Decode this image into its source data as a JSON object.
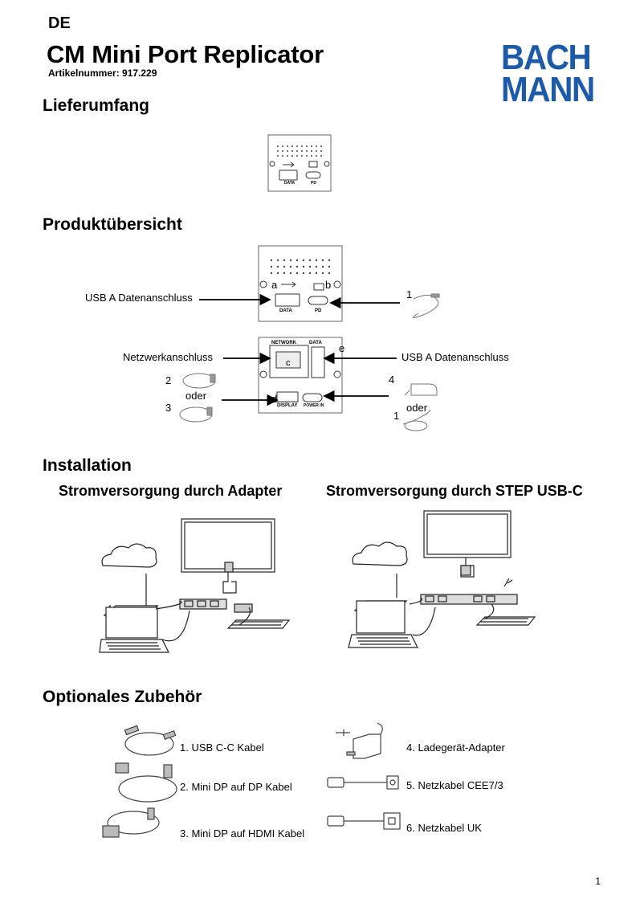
{
  "header": {
    "language": "DE",
    "title": "CM Mini Port Replicator",
    "article_number": "Artikelnummer: 917.229",
    "logo_line1": "BACH",
    "logo_line2": "MANN"
  },
  "sections": {
    "scope": "Lieferumfang",
    "overview": "Produktübersicht",
    "installation": "Installation",
    "accessories": "Optionales Zubehör"
  },
  "device_labels": {
    "data": "DATA",
    "pd": "PD",
    "network": "NETWORK",
    "display": "DISPLAY",
    "power": "POWER IN"
  },
  "overview": {
    "front_left_label": "USB A Datenanschluss",
    "back_left_label": "Netzwerkanschluss",
    "back_right_label": "USB A Datenanschluss",
    "or_left": "oder",
    "or_right": "oder",
    "callouts": {
      "a": "a",
      "b": "b",
      "c": "c",
      "d": "d",
      "e": "e",
      "n1_front": "1",
      "n2": "2",
      "n3": "3",
      "n4": "4",
      "n1_back": "1"
    }
  },
  "installation": {
    "left_heading": "Stromversorgung durch Adapter",
    "right_heading": "Stromversorgung durch STEP USB-C"
  },
  "accessories": [
    {
      "label": "1. USB C-C Kabel",
      "icon": "usb-c-cable-icon"
    },
    {
      "label": "2. Mini DP auf DP Kabel",
      "icon": "mini-dp-cable-icon"
    },
    {
      "label": "3. Mini DP auf HDMI Kabel",
      "icon": "hdmi-cable-icon"
    },
    {
      "label": "4. Ladegerät-Adapter",
      "icon": "charger-adapter-icon"
    },
    {
      "label": "5. Netzkabel CEE7/3",
      "icon": "power-cable-cee-icon"
    },
    {
      "label": "6. Netzkabel UK",
      "icon": "power-cable-uk-icon"
    }
  ],
  "footer": {
    "page_number": "1"
  },
  "colors": {
    "brand": "#1d5aa8"
  }
}
